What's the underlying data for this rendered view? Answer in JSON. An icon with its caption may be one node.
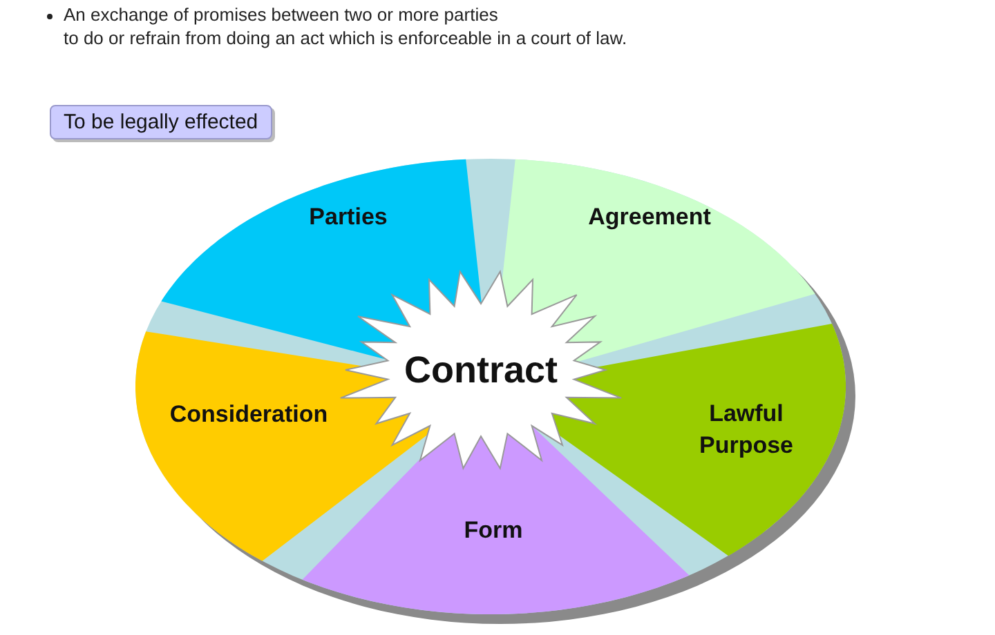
{
  "diagram": {
    "nodes": [
      {
        "text": [
          "To be legally effected"
        ]
      },
      {
        "text": [
          "Parties"
        ]
      },
      {
        "text": [
          "Agreement"
        ]
      },
      {
        "text": [
          "Contract"
        ]
      },
      {
        "text": [
          "Consideration"
        ]
      },
      {
        "text": [
          "Lawful Purpose"
        ]
      },
      {
        "text": [
          "Form"
        ]
      }
    ],
    "edges": [],
    "labels": [
      "An exchange of promises between two or more parties to do or refrain from doing an act which is enforceable in a court of law."
    ]
  }
}
